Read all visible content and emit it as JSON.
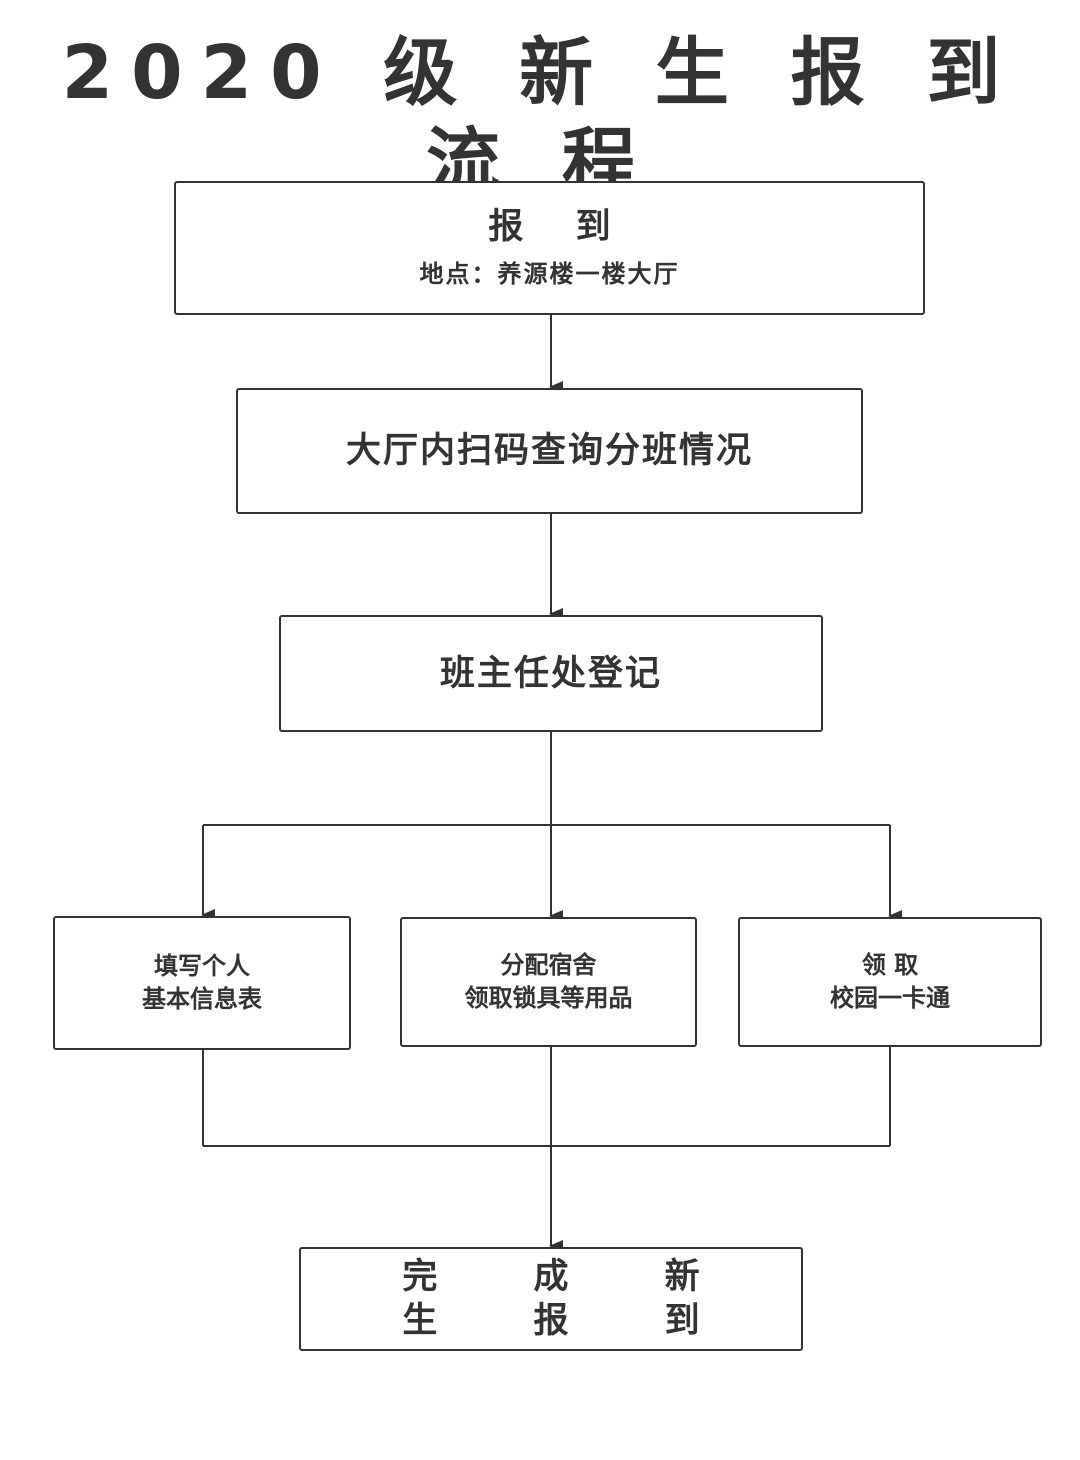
{
  "title": "2020 级 新 生 报 到 流 程",
  "nodes": {
    "register": {
      "title": "报 到",
      "subtitle": "地点：养源楼一楼大厅"
    },
    "scan_query": {
      "label": "大厅内扫码查询分班情况"
    },
    "teacher_register": {
      "label": "班主任处登记"
    },
    "fill_form": {
      "line1": "填写个人",
      "line2": "基本信息表"
    },
    "dorm_assign": {
      "line1": "分配宿舍",
      "line2": "领取锁具等用品"
    },
    "campus_card": {
      "line1": "领 取",
      "line2": "校园一卡通"
    },
    "complete": {
      "label": "完 成 新 生 报 到"
    }
  },
  "colors": {
    "stroke": "#333333",
    "text": "#333333",
    "background": "#ffffff"
  }
}
